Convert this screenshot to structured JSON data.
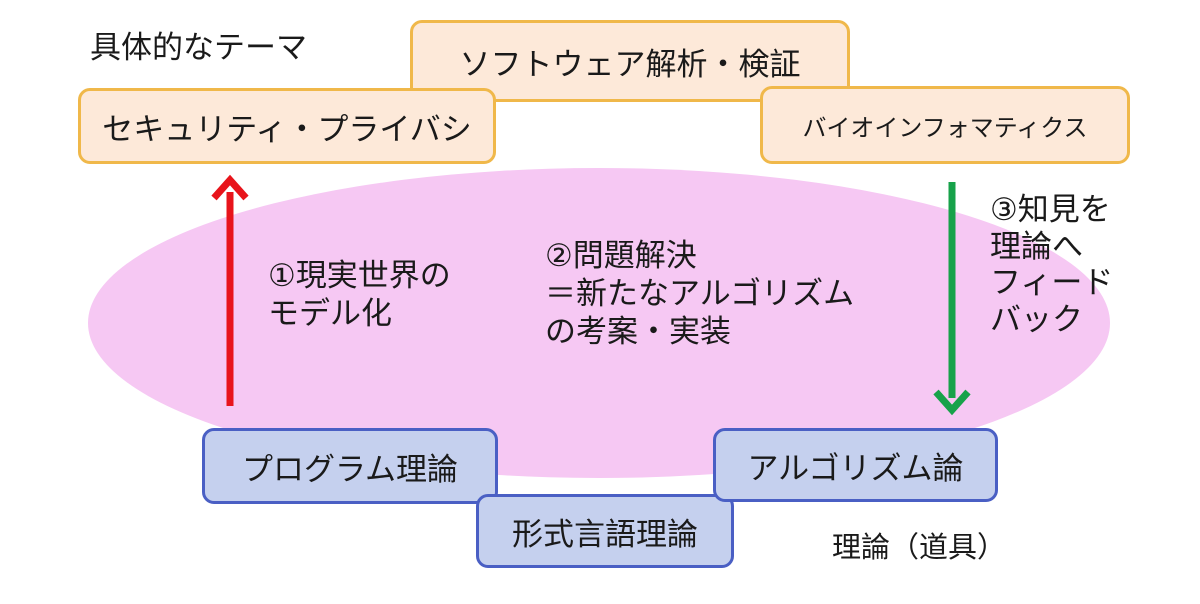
{
  "themes_heading": "具体的なテーマ",
  "themes": {
    "software": "ソフトウェア解析・検証",
    "security": "セキュリティ・プライバシ",
    "bio": "バイオインフォマティクス"
  },
  "steps": {
    "step1": [
      "①現実世界の",
      "モデル化"
    ],
    "step2": [
      "②問題解決",
      "＝新たなアルゴリズム",
      "の考案・実装"
    ],
    "step3": [
      "③知見を",
      "理論へ",
      "フィード",
      "バック"
    ]
  },
  "theories": {
    "program": "プログラム理論",
    "formal": "形式言語理論",
    "algorithm": "アルゴリズム論"
  },
  "theory_caption": "理論（道具）",
  "colors": {
    "up_arrow": "#e8141b",
    "down_arrow": "#17a24a",
    "ellipse": "#f6c8f3",
    "theme_fill": "#fde9d9",
    "theme_border": "#f0b84a",
    "theory_fill": "#c5d0ee",
    "theory_border": "#4a5fc4"
  }
}
